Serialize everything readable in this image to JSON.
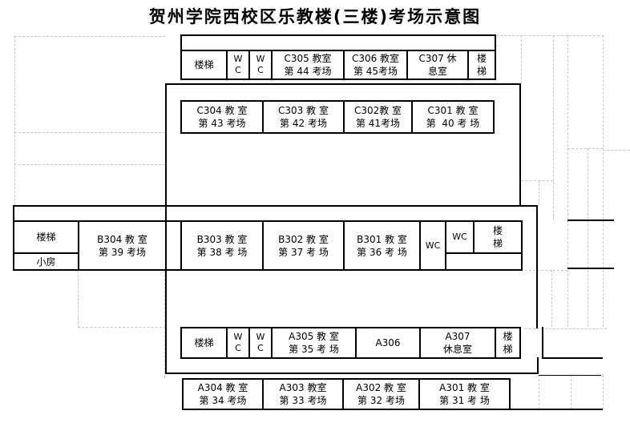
{
  "title": "贺州学院西校区乐教楼(三楼)考场示意图",
  "colors": {
    "wall": "#000000",
    "grid": "#c8c8c8",
    "background": "#ffffff"
  },
  "rows": {
    "top": {
      "cells": [
        {
          "l1": "楼梯"
        },
        {
          "l1": "W",
          "l2": "C"
        },
        {
          "l1": "W",
          "l2": "C"
        },
        {
          "l1": "C305 教室",
          "l2": "第 44 考场"
        },
        {
          "l1": "C306 教室",
          "l2": "第 45考场"
        },
        {
          "l1": "C307 休",
          "l2": "息室"
        },
        {
          "l1": "楼",
          "l2": "梯"
        }
      ]
    },
    "c": {
      "cells": [
        {
          "l1": "C304 教 室",
          "l2": "第 43 考场"
        },
        {
          "l1": "C303 教 室",
          "l2": "第 42 考场"
        },
        {
          "l1": "C302教 室",
          "l2": "第 41考场"
        },
        {
          "l1": "C301 教 室",
          "l2": "第  40 考 场"
        }
      ]
    },
    "b": {
      "left": [
        {
          "l1": "楼梯"
        },
        {
          "l1": "小房"
        },
        {
          "l1": "B304 教 室",
          "l2": "第 39 考场"
        }
      ],
      "cells": [
        {
          "l1": "B303 教 室",
          "l2": "第 38 考 场"
        },
        {
          "l1": "B302 教 室",
          "l2": "第 37 考 场"
        },
        {
          "l1": "B301 教 室",
          "l2": "第 36 考 场"
        },
        {
          "l1": "WC"
        },
        {
          "l1": "WC"
        },
        {
          "l1": "楼",
          "l2": "梯"
        }
      ]
    },
    "a": {
      "cells": [
        {
          "l1": "楼梯"
        },
        {
          "l1": "W",
          "l2": "C"
        },
        {
          "l1": "W",
          "l2": "C"
        },
        {
          "l1": "A305 教 室",
          "l2": "第 35 考 场"
        },
        {
          "l1": "A306",
          "l2": ""
        },
        {
          "l1": "A307",
          "l2": "休息室"
        },
        {
          "l1": "楼",
          "l2": "梯"
        }
      ]
    },
    "bottom": {
      "cells": [
        {
          "l1": "A304 教 室",
          "l2": "第 34 考场"
        },
        {
          "l1": "A303 教室",
          "l2": "第 33 考场"
        },
        {
          "l1": "A302 教 室",
          "l2": "第 32 考场"
        },
        {
          "l1": "A301 教 室",
          "l2": "第 31 考 场"
        }
      ]
    }
  }
}
